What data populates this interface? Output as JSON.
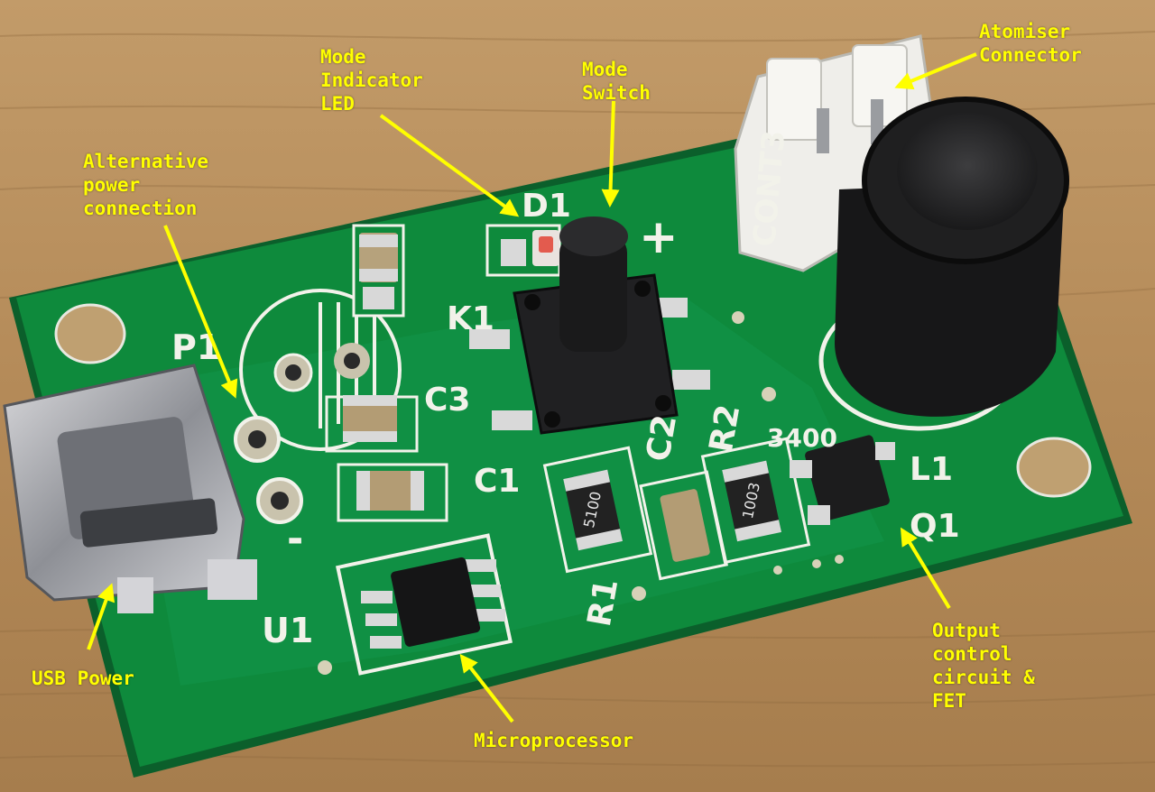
{
  "annotations": {
    "mode_indicator_led": "Mode\nIndicator\nLED",
    "mode_switch": "Mode\nSwitch",
    "atomiser_connector": "Atomiser\nConnector",
    "alternative_power": "Alternative\npower\nconnection",
    "usb_power": "USB Power",
    "microprocessor": "Microprocessor",
    "output_control": "Output\ncontrol\ncircuit &\nFET"
  },
  "silkscreen": {
    "d1": "D1",
    "plus": "+",
    "k1": "K1",
    "cont3": "CONT3",
    "p1": "P1",
    "c3": "C3",
    "c1": "C1",
    "c2": "C2",
    "r2": "R2",
    "r1": "R1",
    "l1": "L1",
    "q1": "Q1",
    "u1": "U1",
    "minus": "-",
    "v3400": "3400"
  },
  "component_markings": {
    "r1_code": "5100",
    "r2_code": "1003"
  },
  "colors": {
    "annotation": "#ffff00",
    "pcb": "#0e8a3c",
    "wood": "#b58e5c"
  }
}
